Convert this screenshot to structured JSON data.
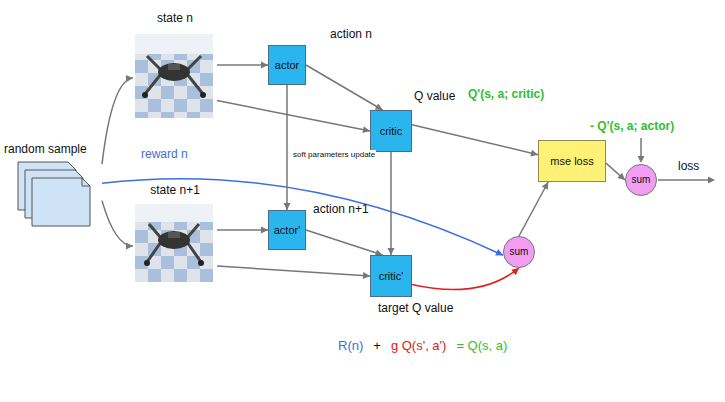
{
  "diagram": {
    "nodes": [
      {
        "text": [
          "random sample"
        ]
      },
      {
        "text": [
          "state n"
        ]
      },
      {
        "text": [
          "actor"
        ]
      },
      {
        "text": [
          "critic"
        ]
      },
      {
        "text": [
          "state n+1"
        ]
      },
      {
        "text": [
          "actor'"
        ]
      },
      {
        "text": [
          "critic'"
        ]
      },
      {
        "text": [
          "mse loss"
        ]
      },
      {
        "text": [
          "sum"
        ]
      },
      {
        "text": [
          "sum"
        ]
      }
    ],
    "edges": [
      {
        "from": 0,
        "to": 1,
        "arrow": "to"
      },
      {
        "from": 0,
        "to": 4,
        "arrow": "to"
      },
      {
        "from": 0,
        "to": 8,
        "label": "reward n",
        "arrow": "to"
      },
      {
        "from": 1,
        "to": 2,
        "arrow": "to"
      },
      {
        "from": 1,
        "to": 3,
        "arrow": "to"
      },
      {
        "from": 2,
        "to": 3,
        "arrow": "to"
      },
      {
        "from": 2,
        "to": 5,
        "label": "soft parameters update",
        "arrow": "to"
      },
      {
        "from": 3,
        "to": 6,
        "arrow": "to"
      },
      {
        "from": 4,
        "to": 5,
        "arrow": "to"
      },
      {
        "from": 4,
        "to": 6,
        "arrow": "to"
      },
      {
        "from": 5,
        "to": 6,
        "arrow": "to"
      },
      {
        "from": 6,
        "to": 8,
        "arrow": "to"
      },
      {
        "from": 3,
        "to": 7,
        "arrow": "to"
      },
      {
        "from": 8,
        "to": 7,
        "arrow": "to"
      },
      {
        "from": 7,
        "to": 9,
        "arrow": "to"
      }
    ],
    "labels": [
      "action n",
      "Q value",
      "action n+1",
      "target Q value",
      "Q'(s, a; critic)",
      "- Q'(s, a; actor)",
      "loss",
      "R(n)",
      "+",
      "g Q(s', a')",
      "= Q(s, a)"
    ]
  }
}
